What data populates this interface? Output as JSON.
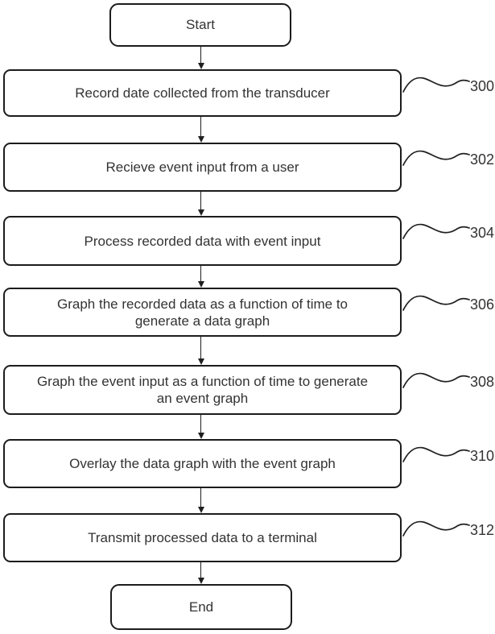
{
  "style": {
    "background": "#ffffff",
    "ink": "#1c1c1c",
    "text": "#333333"
  },
  "flowchart": {
    "start_label": "Start",
    "end_label": "End",
    "steps": [
      {
        "ref": "300",
        "label": "Record date collected from the transducer"
      },
      {
        "ref": "302",
        "label": "Recieve event input from a user"
      },
      {
        "ref": "304",
        "label": "Process recorded data with event input"
      },
      {
        "ref": "306",
        "label": "Graph the recorded data as a function of time to\ngenerate a data graph"
      },
      {
        "ref": "308",
        "label": "Graph the event input as a function of time to generate\nan event graph"
      },
      {
        "ref": "310",
        "label": "Overlay the data graph with the event graph"
      },
      {
        "ref": "312",
        "label": "Transmit processed data to a terminal"
      }
    ]
  }
}
